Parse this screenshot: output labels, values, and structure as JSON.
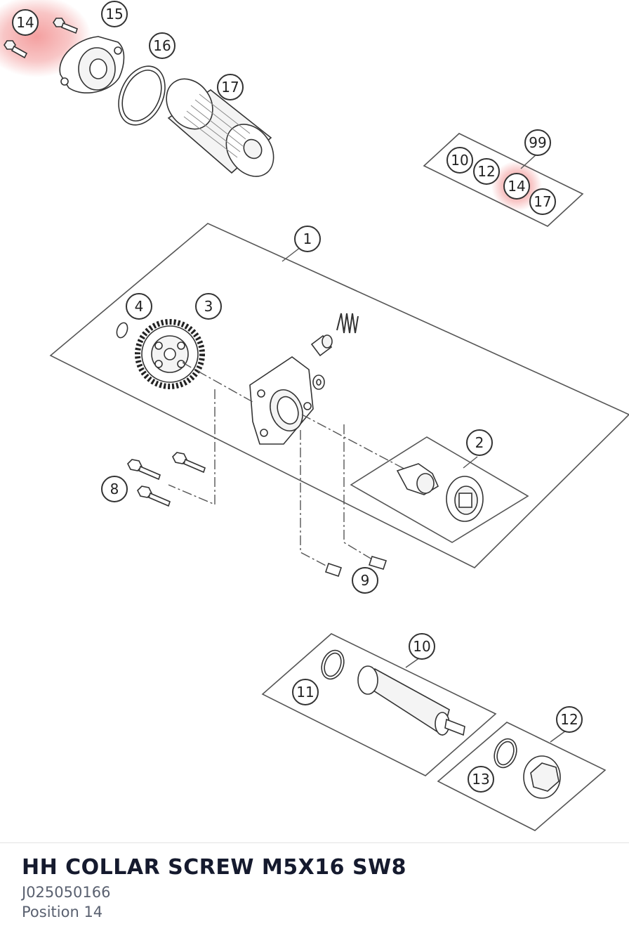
{
  "diagram": {
    "callouts": {
      "c14a": "14",
      "c15": "15",
      "c16": "16",
      "c17": "17",
      "c99": "99",
      "k10": "10",
      "k12": "12",
      "k14": "14",
      "k17": "17",
      "c1": "1",
      "c4": "4",
      "c3": "3",
      "c2": "2",
      "c8": "8",
      "c9": "9",
      "c10": "10",
      "c11": "11",
      "c12": "12",
      "c13": "13"
    },
    "highlight_color": "#f08080"
  },
  "part": {
    "name": "HH COLLAR SCREW M5X16 SW8",
    "number": "J025050166",
    "position": "Position 14"
  }
}
